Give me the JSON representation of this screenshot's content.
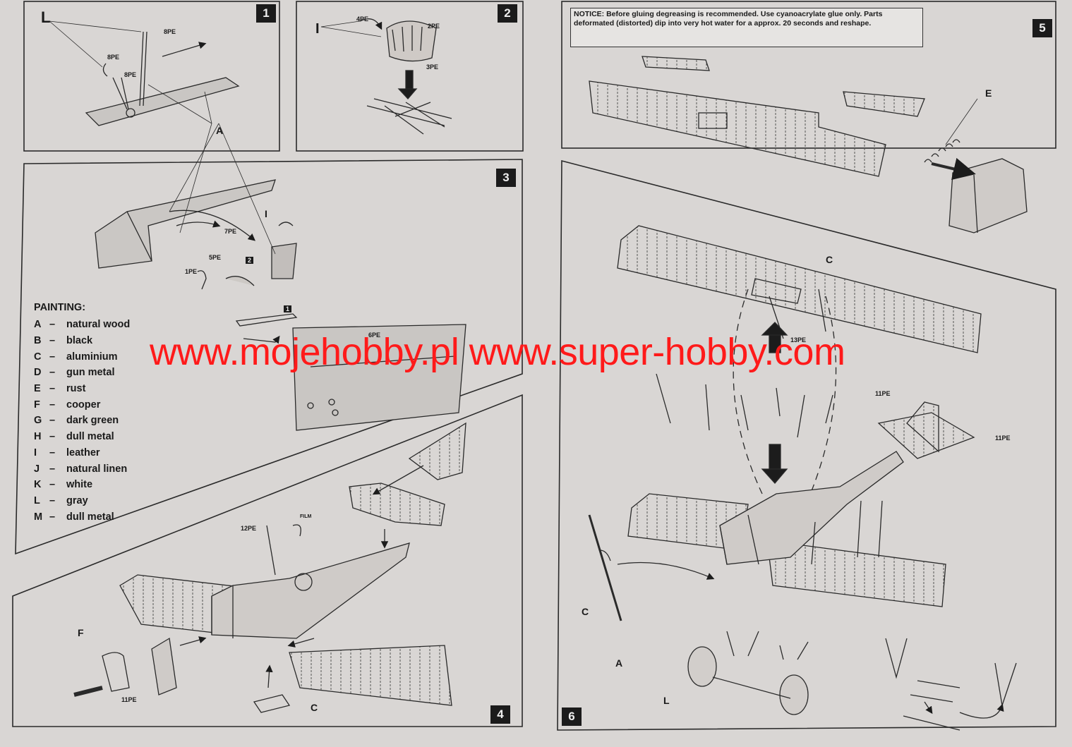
{
  "steps": [
    "1",
    "2",
    "3",
    "4",
    "5",
    "6"
  ],
  "notice": "NOTICE: Before gluing degreasing is recommended. Use cyanoacrylate glue only. Parts deformated (distorted) dip into very hot water for a approx. 20 seconds and reshape.",
  "painting": {
    "title": "PAINTING:",
    "items": [
      {
        "code": "A",
        "color": "natural wood"
      },
      {
        "code": "B",
        "color": "black"
      },
      {
        "code": "C",
        "color": "aluminium"
      },
      {
        "code": "D",
        "color": "gun metal"
      },
      {
        "code": "E",
        "color": "rust"
      },
      {
        "code": "F",
        "color": "cooper"
      },
      {
        "code": "G",
        "color": "dark green"
      },
      {
        "code": "H",
        "color": "dull metal"
      },
      {
        "code": "I",
        "color": "leather"
      },
      {
        "code": "J",
        "color": "natural linen"
      },
      {
        "code": "K",
        "color": "white"
      },
      {
        "code": "L",
        "color": "gray"
      },
      {
        "code": "M",
        "color": "dull metal"
      }
    ]
  },
  "labels": {
    "s1_L": "L",
    "s1_8pe_a": "8PE",
    "s1_8pe_b": "8PE",
    "s1_8pe_c": "8PE",
    "s1_A": "A",
    "s2_I": "I",
    "s2_4pe": "4PE",
    "s2_2pe": "2PE",
    "s2_3pe": "3PE",
    "s3_7pe": "7PE",
    "s3_5pe": "5PE",
    "s3_1pe": "1PE",
    "s3_6pe": "6PE",
    "s3_I": "I",
    "s3_ref2": "2",
    "s3_ref1": "1",
    "s4_12pe": "12PE",
    "s4_film": "FILM",
    "s4_F": "F",
    "s4_11pe": "11PE",
    "s4_C": "C",
    "s5_E": "E",
    "s6_C_top": "C",
    "s6_13pe": "13PE",
    "s6_11pe_a": "11PE",
    "s6_11pe_b": "11PE",
    "s6_C": "C",
    "s6_A": "A",
    "s6_L": "L"
  },
  "watermark": "www.mojehobby.pl www.super-hobby.com",
  "colors": {
    "paper": "#d9d6d4",
    "ink": "#1c1c1c",
    "watermark": "#ff1a1a",
    "badge": "#1b1b1b"
  }
}
